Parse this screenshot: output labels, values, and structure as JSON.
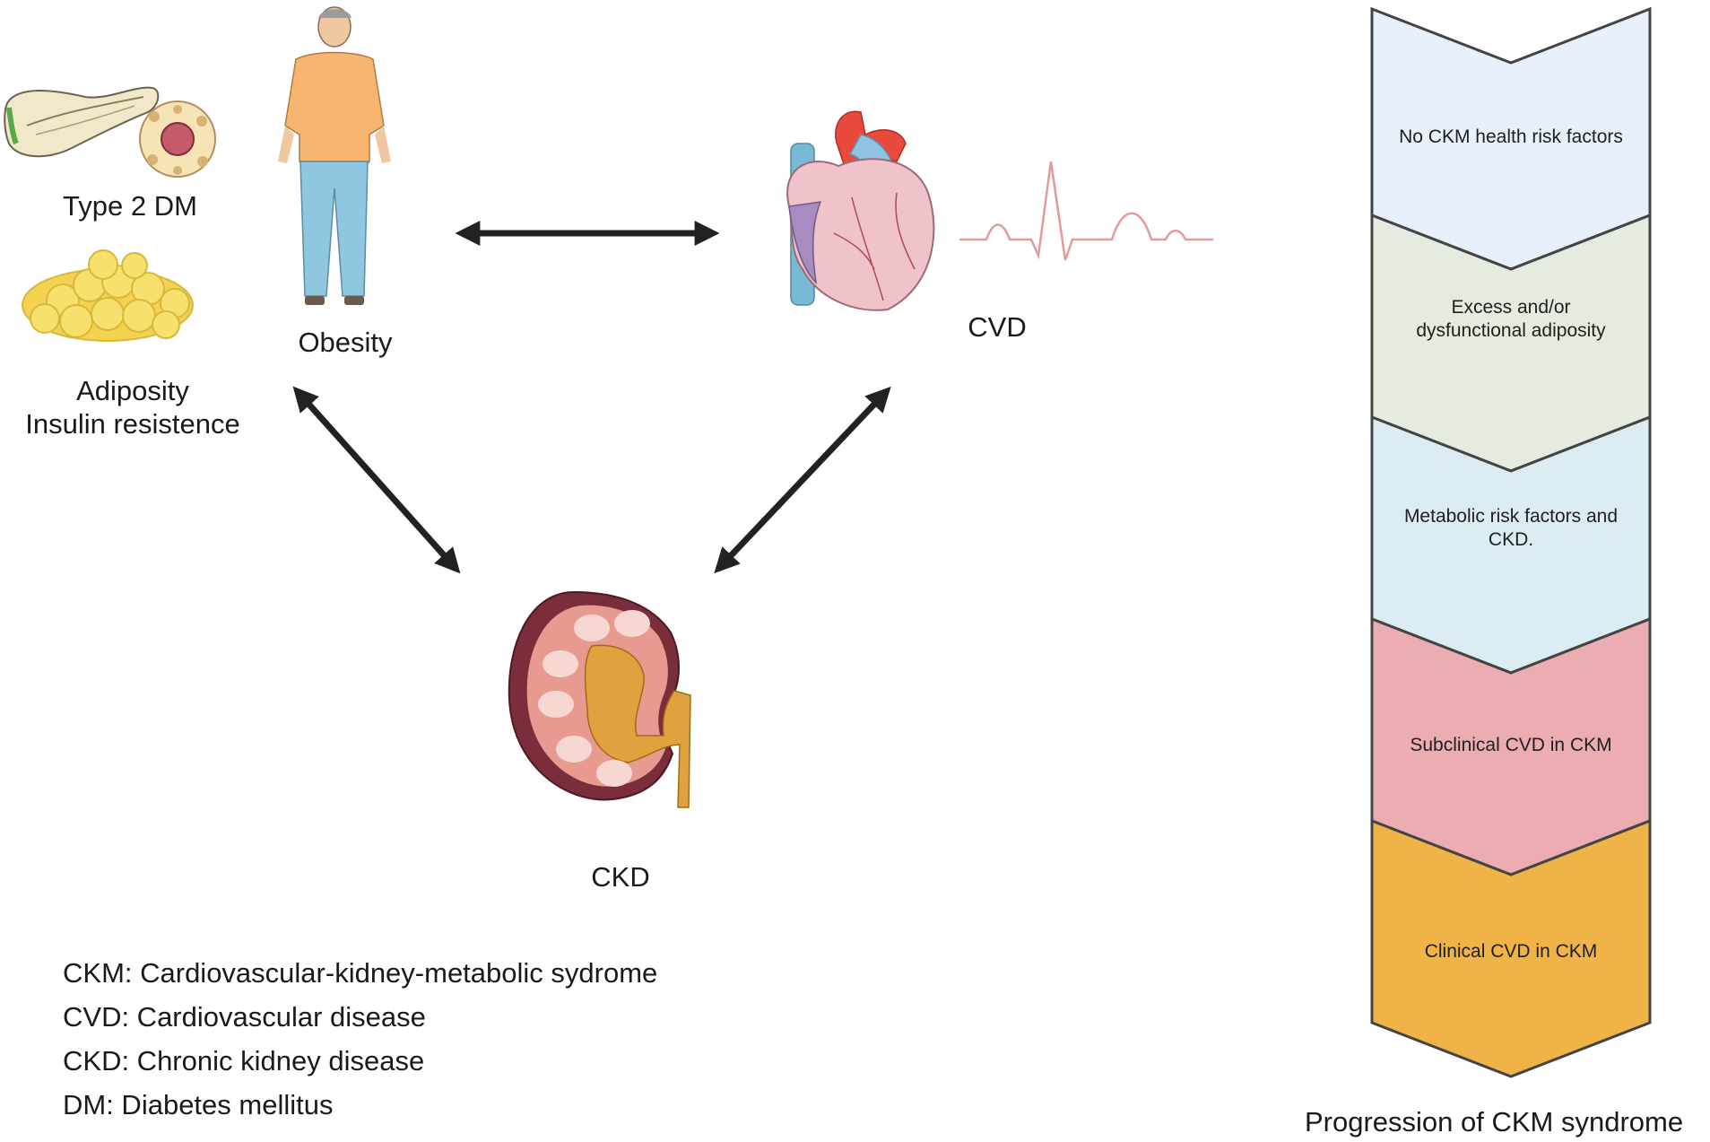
{
  "labels": {
    "type2dm": "Type 2 DM",
    "obesity": "Obesity",
    "adiposity_line1": "Adiposity",
    "adiposity_line2": "Insulin resistence",
    "cvd": "CVD",
    "ckd": "CKD"
  },
  "legend": [
    "CKM: Cardiovascular-kidney-metabolic sydrome",
    "CVD: Cardiovascular disease",
    "CKD: Chronic kidney disease",
    "DM: Diabetes mellitus"
  ],
  "progression": {
    "title": "Progression of CKM syndrome",
    "stages": [
      {
        "label": "No CKM health risk factors",
        "color": "#e8f0fb"
      },
      {
        "label": "Excess and/or dysfunctional adiposity",
        "color": "#e4ecdf"
      },
      {
        "label": "Metabolic risk factors and CKD.",
        "color": "#dcecf3"
      },
      {
        "label": "Subclinical CVD in CKM",
        "color": "#ecadb2"
      },
      {
        "label": "Clinical CVD in CKM",
        "color": "#efb347"
      }
    ]
  },
  "icons": [
    "pancreas-icon",
    "islet-cell-icon",
    "fat-tissue-icon",
    "obese-person-icon",
    "heart-icon",
    "ecg-icon",
    "kidney-icon"
  ]
}
